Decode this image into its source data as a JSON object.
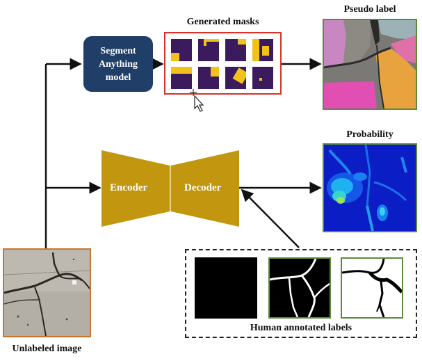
{
  "sam": {
    "line1": "Segment",
    "line2": "Anything",
    "line3": "model"
  },
  "labels": {
    "generated_masks": "Generated masks",
    "pseudo_label": "Pseudo label",
    "probability": "Probability",
    "encoder": "Encoder",
    "decoder": "Decoder",
    "human_annotated": "Human annotated labels",
    "unlabeled_image": "Unlabeled image"
  },
  "colors": {
    "sam_box": "#1f3f68",
    "masks_border": "#d9322a",
    "mask_background": "#3b1a5e",
    "mask_foreground": "#f2c21b",
    "encoder_decoder": "#c2960f",
    "output_border": "#5b8a3c",
    "input_border": "#c8772a",
    "probability_background": "#0a1fbf"
  },
  "icons": [
    "mouse-cursor-icon"
  ]
}
